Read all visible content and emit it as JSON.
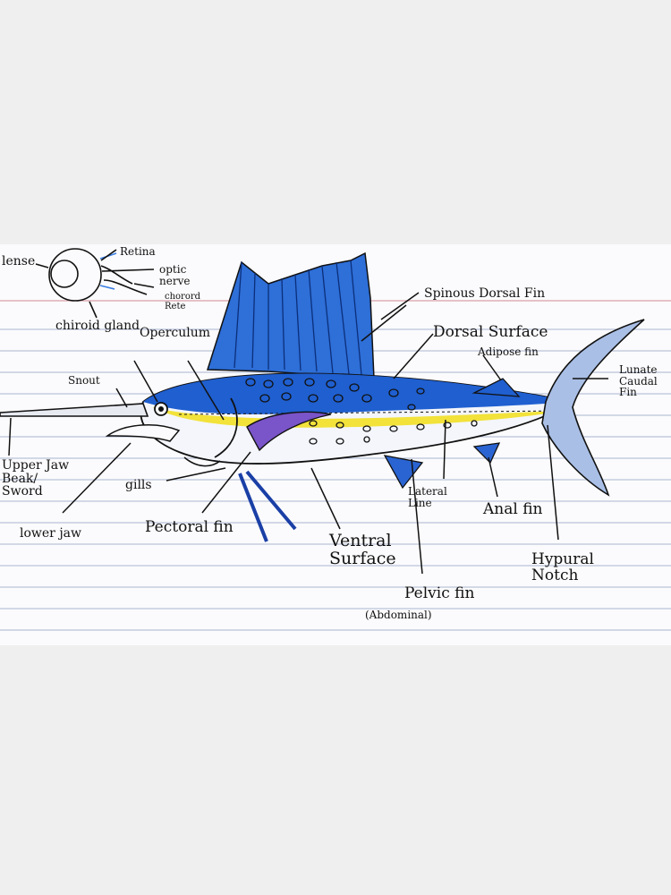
{
  "labels": {
    "lense": "lense",
    "retina": "Retina",
    "optic_nerve": "optic\nnerve",
    "choroid_rete": "chorord\nRete",
    "chiroid_gland": "chiroid gland",
    "operculum": "Operculum",
    "spinous_dorsal_fin": "Spinous Dorsal Fin",
    "dorsal_surface": "Dorsal Surface",
    "adipose_fin": "Adipose fin",
    "lunate_caudal_fin": "Lunate\nCaudal\nFin",
    "snout": "Snout",
    "upper_jaw": "Upper Jaw\nBeak/\nSword",
    "gills": "gills",
    "lower_jaw": "lower jaw",
    "pectoral_fin": "Pectoral fin",
    "ventral_surface": "Ventral\nSurface",
    "lateral_line": "Lateral\nLine",
    "anal_fin": "Anal fin",
    "hypural_notch": "Hypural\nNotch",
    "pelvic_fin": "Pelvic fin",
    "abdominal": "(Abdominal)"
  },
  "colors": {
    "background": "#efefef",
    "card": "#fbfbfd",
    "ruled_line": "#a9b4cf",
    "margin_line": "#d9a0a8",
    "fish_blue": "#1f5fd0",
    "fish_yellow": "#f2e23a",
    "fish_belly": "#f4f6fb"
  }
}
